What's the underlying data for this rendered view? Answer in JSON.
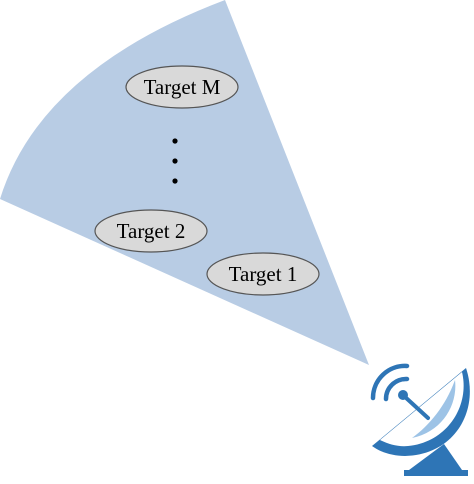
{
  "targets": [
    {
      "label": "Target M"
    },
    {
      "label": "Target 2"
    },
    {
      "label": "Target 1"
    }
  ],
  "ellipsis": "⋮",
  "colors": {
    "beam_fill": "#b8cce4",
    "ellipse_fill": "#d9d9d9",
    "ellipse_stroke": "#555555",
    "dish_blue": "#2e75b6",
    "dish_white": "#ffffff",
    "dish_light": "#9dc3e6"
  },
  "icons": {
    "radar": "satellite-dish-icon",
    "beam": "radar-beam-sector"
  }
}
